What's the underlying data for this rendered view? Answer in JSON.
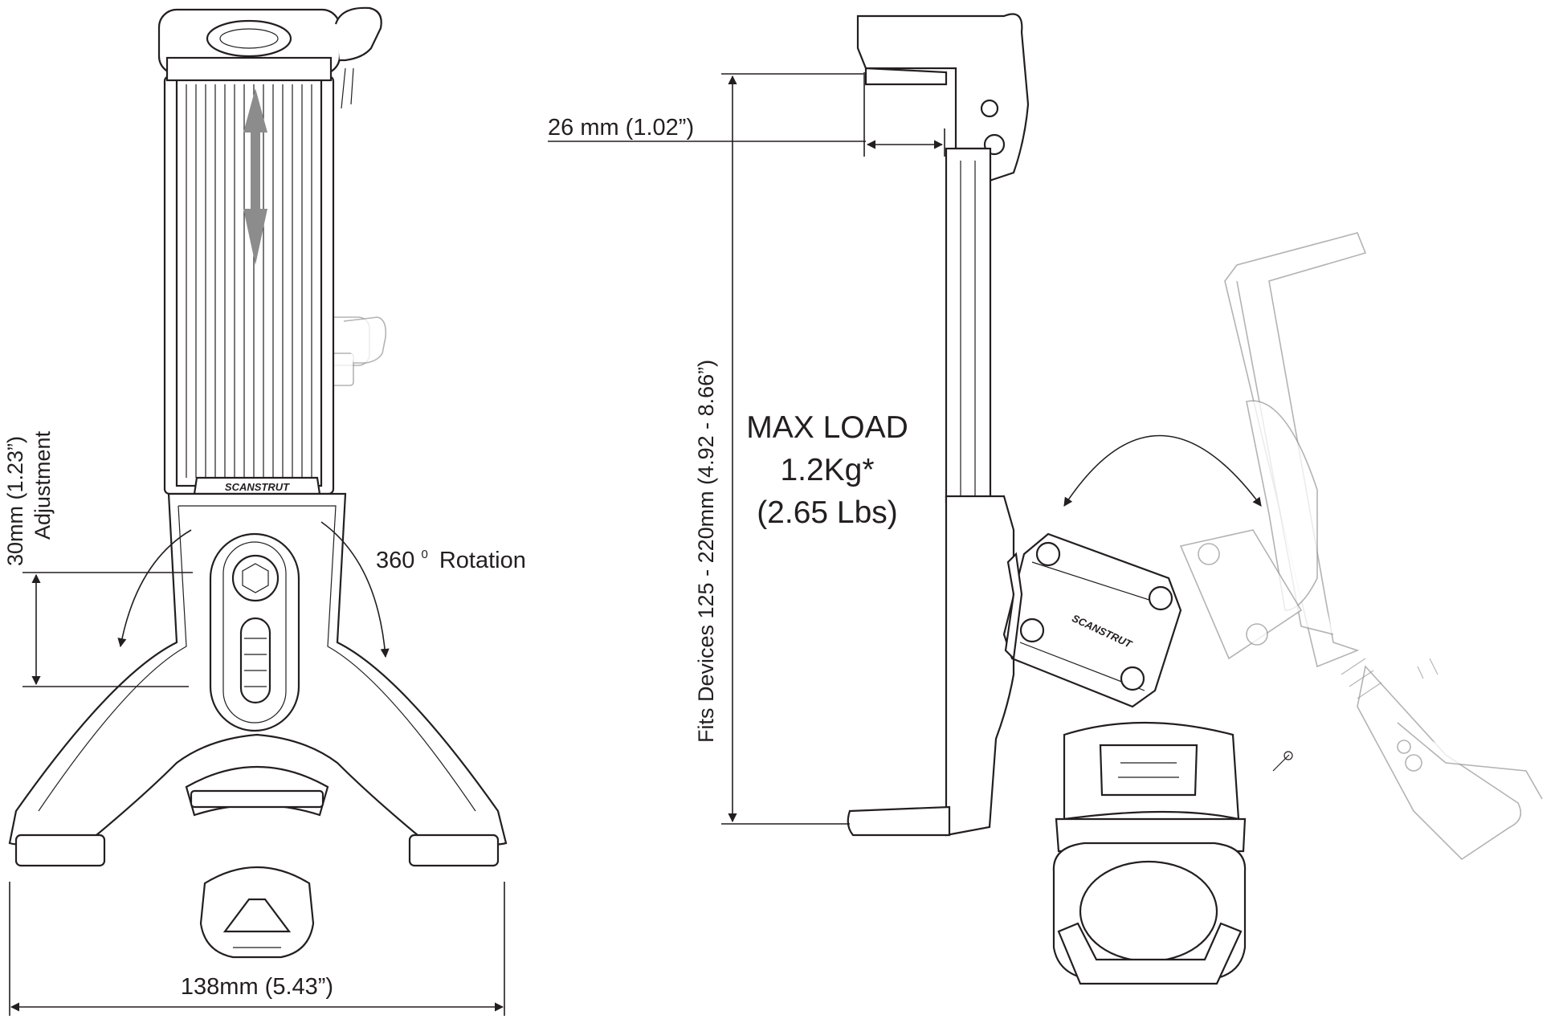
{
  "dimensions": {
    "width_138": "138mm (5.43”)",
    "thickness_26": "26 mm (1.02”)",
    "adjust_value": "30mm (1.23”)",
    "adjust_word": "Adjustment",
    "device_range": "Fits Devices 125 - 220mm (4.92 - 8.66”)"
  },
  "rotation": {
    "value": "360",
    "degree_mark": "0",
    "word": "Rotation"
  },
  "max_load": {
    "line1": "MAX LOAD",
    "line2": "1.2Kg*",
    "line3": "(2.65 Lbs)"
  },
  "brand": "SCANSTRUT",
  "colors": {
    "line": "#231f20",
    "arrow_fill": "#8c8c8c",
    "ghost": "#9a9a9a"
  }
}
